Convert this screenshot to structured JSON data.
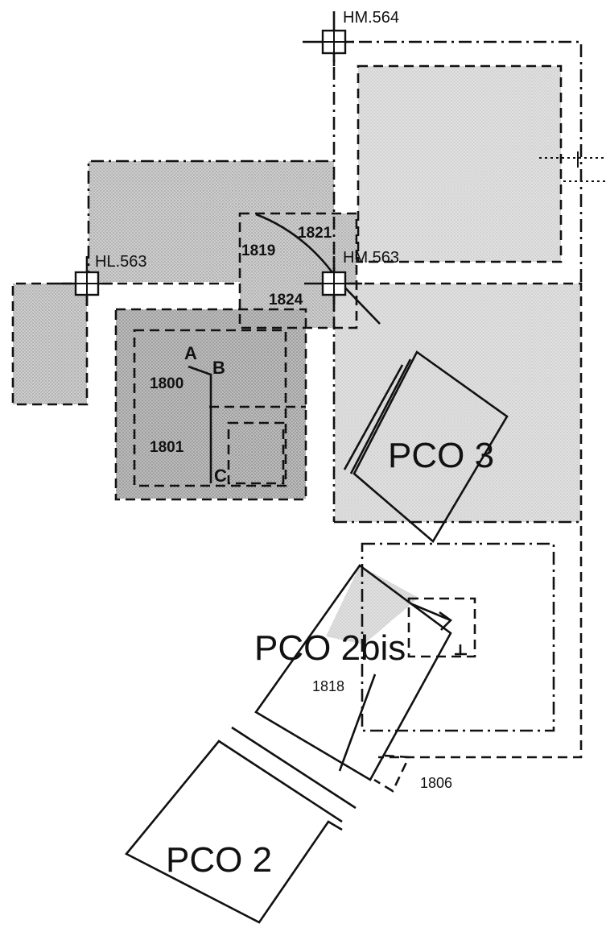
{
  "grid_points": {
    "hm564": "HM.564",
    "hl563": "HL.563",
    "hm563": "HM.563"
  },
  "structures": {
    "s1819": "1819",
    "s1821": "1821",
    "s1824": "1824",
    "s1800": "1800",
    "s1801": "1801",
    "s1818": "1818",
    "s1806": "1806"
  },
  "points": {
    "a": "A",
    "b": "B",
    "c": "C"
  },
  "zones": {
    "pco3": "PCO 3",
    "pco2bis": "PCO 2bis",
    "pco2": "PCO 2"
  }
}
